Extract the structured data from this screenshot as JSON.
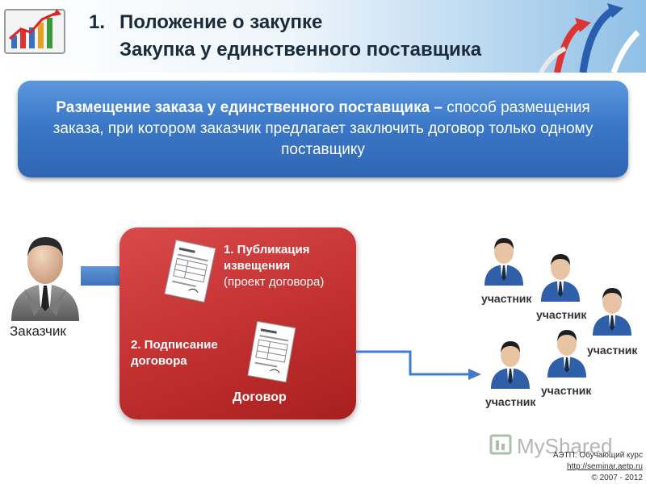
{
  "header": {
    "number": "1.",
    "title_line1": "Положение о закупке",
    "title_line2": "Закупка у единственного поставщика"
  },
  "definition": {
    "term": "Размещение заказа у единственного поставщика –",
    "text": " способ размещения заказа, при котором заказчик предлагает заключить договор только одному поставщику"
  },
  "customer": {
    "label": "Заказчик"
  },
  "process": {
    "step1_bold": "1.   Публикация извещения",
    "step1_note": "(проект договора)",
    "step2": "2.  Подписание договора",
    "contract_label": "Договор"
  },
  "participants": [
    "участник",
    "участник",
    "участник",
    "участник",
    "участник"
  ],
  "footer": {
    "course": "АЭТП. Обучающий курс",
    "link": "http://seminar.aetp.ru",
    "copyright": "© 2007 - 2012"
  },
  "colors": {
    "definition_box": "#3b78c8",
    "process_box": "#c43232",
    "arrow": "#3f7ccc"
  }
}
